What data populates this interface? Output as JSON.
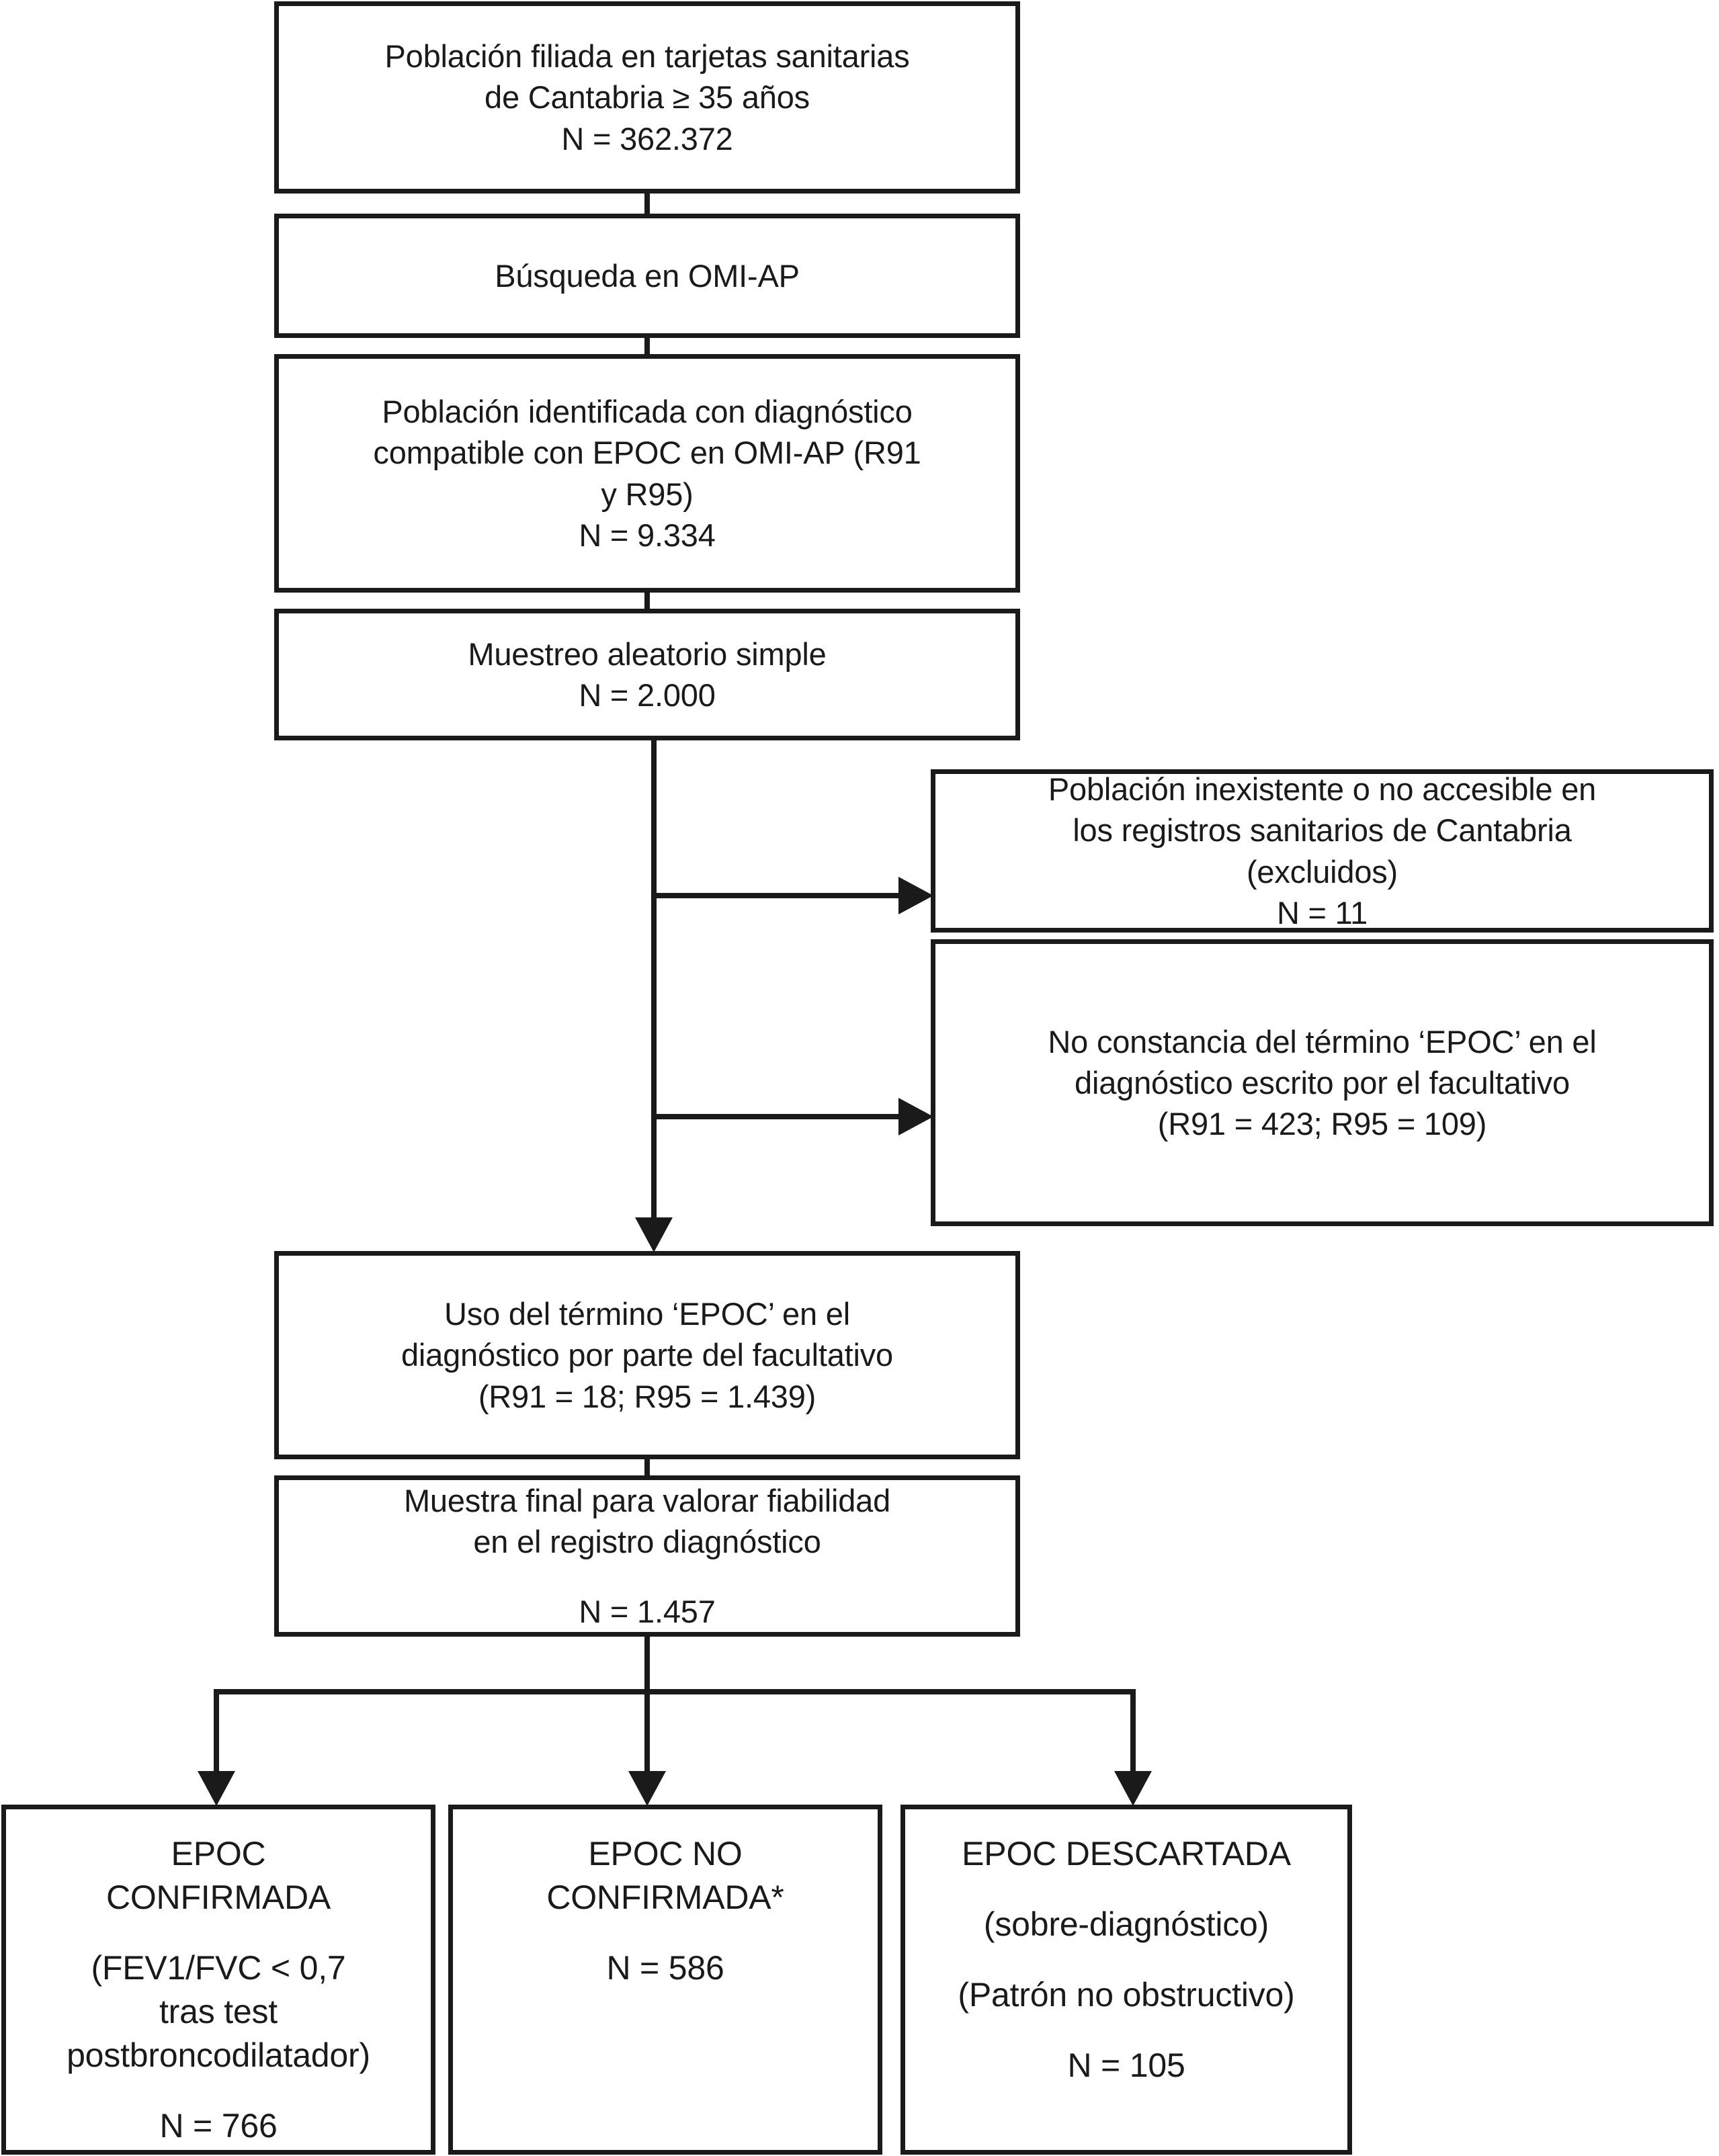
{
  "diagram": {
    "title": "Diagrama de flujo del estudio EPOC en Cantabria",
    "line_color": "#1a1a1a",
    "background": "#ffffff",
    "nodes": {
      "population": {
        "id": "poblacion-filiada",
        "lines": [
          "Población filiada en tarjetas sanitarias",
          "de Cantabria ≥ 35 años",
          "N = 362.372"
        ],
        "n_label": "N = 362.372",
        "n_value": 362372
      },
      "search": {
        "id": "busqueda-omi-ap",
        "lines": [
          "Búsqueda en OMI-AP"
        ]
      },
      "identified": {
        "id": "poblacion-identificada",
        "lines": [
          "Población identificada con diagnóstico",
          "compatible con EPOC en OMI-AP (R91",
          "y R95)",
          "N = 9.334"
        ],
        "n_label": "N = 9.334",
        "n_value": 9334
      },
      "sampling": {
        "id": "muestreo-aleatorio",
        "lines": [
          "Muestreo aleatorio simple",
          "N = 2.000"
        ],
        "n_label": "N = 2.000",
        "n_value": 2000
      },
      "excluded_nonexistent": {
        "id": "poblacion-inexistente",
        "lines": [
          "Población inexistente o no accesible en",
          "los registros sanitarios de Cantabria",
          "(excluidos)",
          "N = 11"
        ],
        "n_label": "N = 11",
        "n_value": 11
      },
      "excluded_no_term": {
        "id": "no-constancia-termino",
        "lines": [
          "No constancia del término ‘EPOC’ en el",
          "diagnóstico escrito por el facultativo",
          "(R91 = 423; R95 = 109)"
        ],
        "r91": 423,
        "r95": 109
      },
      "term_used": {
        "id": "uso-termino-epoc",
        "lines": [
          "Uso del término ‘EPOC’ en el",
          "diagnóstico por parte del facultativo",
          "(R91 = 18; R95 = 1.439)"
        ],
        "r91": 18,
        "r95": 1439
      },
      "final_sample": {
        "id": "muestra-final",
        "lines": [
          "Muestra final para valorar fiabilidad",
          "en el registro diagnóstico",
          "N = 1.457"
        ],
        "n_label": "N = 1.457",
        "n_value": 1457
      },
      "outcome_confirmed": {
        "id": "epoc-confirmada",
        "title_lines": [
          "EPOC",
          "CONFIRMADA"
        ],
        "detail_lines": [
          "(FEV1/FVC < 0,7",
          "tras test",
          "postbroncodilatador)"
        ],
        "n_label": "N = 766",
        "n_value": 766
      },
      "outcome_not_confirmed": {
        "id": "epoc-no-confirmada",
        "title_lines": [
          "EPOC NO",
          "CONFIRMADA*"
        ],
        "detail_lines": [],
        "n_label": "N = 586",
        "n_value": 586
      },
      "outcome_discarded": {
        "id": "epoc-descartada",
        "title_lines": [
          "EPOC DESCARTADA"
        ],
        "detail_lines": [
          "(sobre-diagnóstico)",
          "(Patrón no obstructivo)"
        ],
        "n_label": "N = 105",
        "n_value": 105
      }
    },
    "flow": {
      "trunk": "vertical spine from population box down to final sample box",
      "branches": [
        "sampling -> excluded_nonexistent (right arrow)",
        "sampling -> excluded_no_term (right arrow)",
        "sampling -> term_used (down arrow)",
        "final_sample -> outcome_confirmed / outcome_not_confirmed / outcome_discarded (three down arrows)"
      ]
    }
  }
}
